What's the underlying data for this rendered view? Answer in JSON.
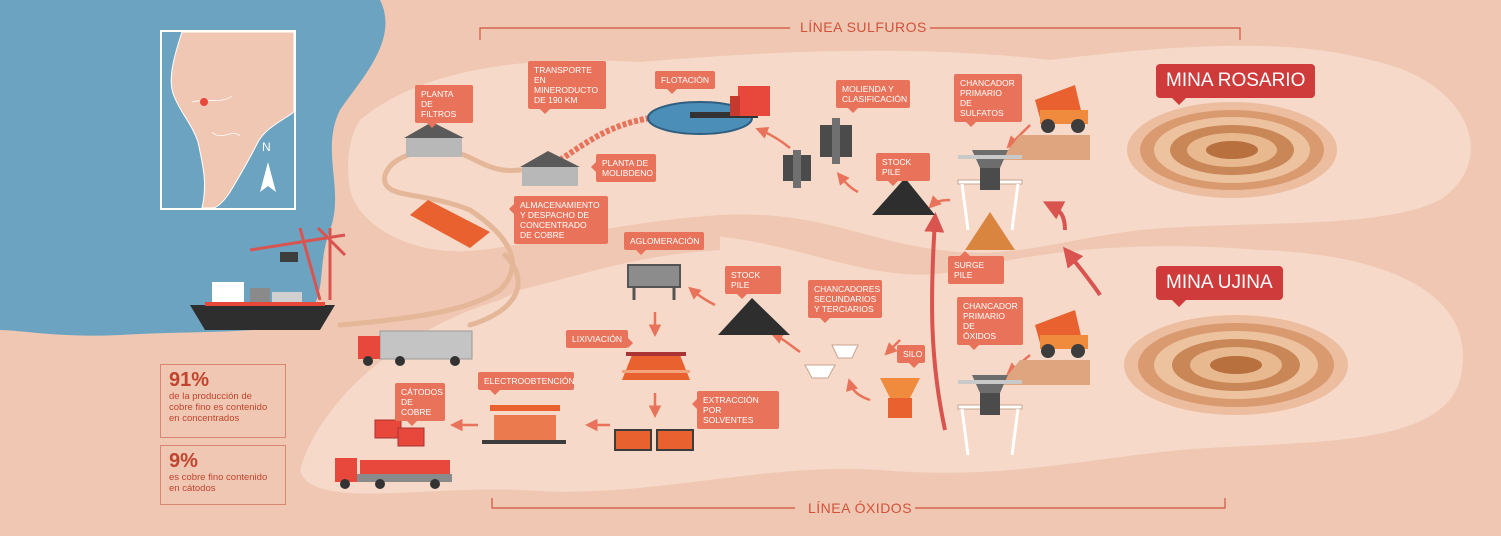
{
  "titles": {
    "sulfuros": "LÍNEA SULFUROS",
    "oxidos": "LÍNEA ÓXIDOS"
  },
  "mines": {
    "rosario": "MINA ROSARIO",
    "ujina": "MINA UJINA"
  },
  "labels": {
    "planta_filtros": "PLANTA DE\nFILTROS",
    "transporte": "TRANSPORTE EN\nMINERODUCTO\nDE 190 KM",
    "flotacion": "FLOTACIÓN",
    "molienda": "MOLIENDA Y\nCLASIFICACIÓN",
    "chancador_sulfatos": "CHANCADOR\nPRIMARIO DE\nSULFATOS",
    "planta_molibdeno": "PLANTA DE\nMOLIBDENO",
    "stock_pile_sulf": "STOCK PILE",
    "almacenamiento": "ALMACENAMIENTO\nY DESPACHO DE\nCONCENTRADO\nDE COBRE",
    "aglomeracion": "AGLOMERACIÓN",
    "stock_pile_ox": "STOCK PILE",
    "chancadores_sec": "CHANCADORES\nSECUNDARIOS\nY TERCIARIOS",
    "surge_pile": "SURGE PILE",
    "chancador_oxidos": "CHANCADOR\nPRIMARIO DE\nÓXIDOS",
    "lixiviacion": "LIXIVIACIÓN",
    "silo": "SILO",
    "catodos": "CÁTODOS\nDE COBRE",
    "electroobtencion": "ELECTROOBTENCIÓN",
    "extraccion": "EXTRACCIÓN POR\nSOLVENTES"
  },
  "stats": {
    "concentrado_pct": "91%",
    "concentrado_text": "de la producción de cobre fino es contenido en concentrados",
    "catodos_pct": "9%",
    "catodos_text": "es cobre fino contenido en cátodos"
  },
  "map": {
    "north": "N"
  },
  "colors": {
    "background": "#efc7b2",
    "land_light": "#f6d9c9",
    "sea": "#6ba3c1",
    "label": "#e8735a",
    "mine_label": "#cf3b3b",
    "arrow": "#e8735a",
    "accent_dark": "#3d3d3d"
  }
}
